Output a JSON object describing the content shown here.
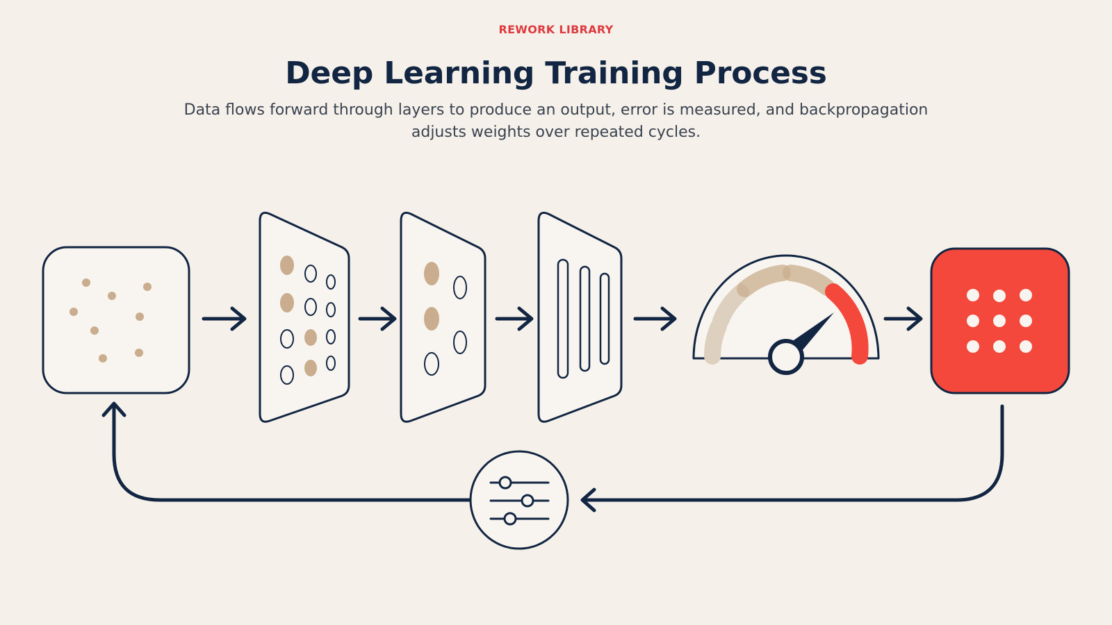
{
  "header": {
    "eyebrow": "REWORK LIBRARY",
    "title": "Deep Learning Training Process",
    "subtitle": "Data flows forward through layers to produce an output, error is measured, and backpropagation adjusts weights over repeated cycles."
  },
  "colors": {
    "background": "#f5f1ea",
    "ink": "#122542",
    "accent_red": "#f4483c",
    "tan": "#c9ad8e",
    "gauge_light": "#ddd0be"
  },
  "diagram": {
    "nodes": [
      {
        "id": "input-data",
        "icon": "scattered-dots-icon"
      },
      {
        "id": "layer-1",
        "icon": "neural-layer-icon"
      },
      {
        "id": "layer-2",
        "icon": "neural-layer-icon"
      },
      {
        "id": "layer-3",
        "icon": "neural-layer-bars-icon"
      },
      {
        "id": "error-gauge",
        "icon": "gauge-icon"
      },
      {
        "id": "output",
        "icon": "grid-dots-icon"
      },
      {
        "id": "weight-adjust",
        "icon": "sliders-icon"
      }
    ],
    "edges": [
      {
        "from": "input-data",
        "to": "layer-1"
      },
      {
        "from": "layer-1",
        "to": "layer-2"
      },
      {
        "from": "layer-2",
        "to": "layer-3"
      },
      {
        "from": "layer-3",
        "to": "error-gauge"
      },
      {
        "from": "error-gauge",
        "to": "output"
      },
      {
        "from": "output",
        "to": "weight-adjust"
      },
      {
        "from": "weight-adjust",
        "to": "input-data"
      }
    ]
  }
}
